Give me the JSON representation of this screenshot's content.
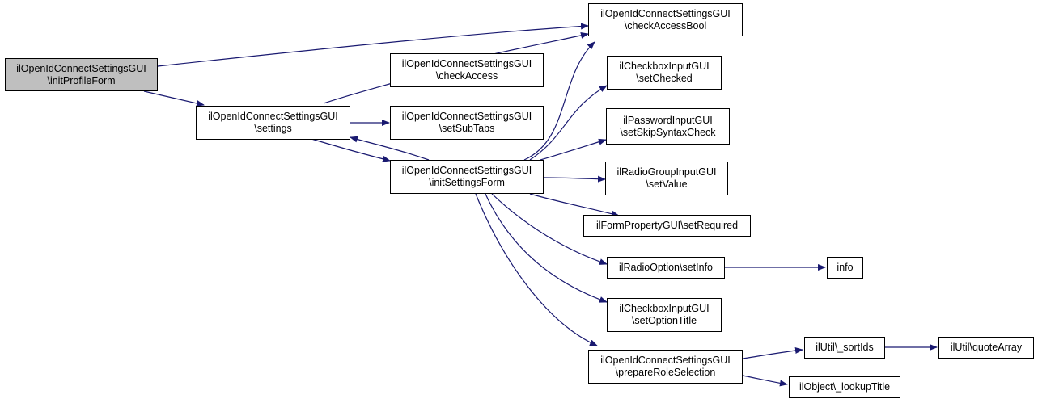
{
  "diagram": {
    "colors": {
      "edge": "#191970",
      "root_fill": "#bfbfbf",
      "node_fill": "#ffffff",
      "border": "#000000"
    },
    "nodes": {
      "init_profile_form": {
        "line1": "ilOpenIdConnectSettingsGUI",
        "line2": "\\initProfileForm"
      },
      "check_access_bool": {
        "line1": "ilOpenIdConnectSettingsGUI",
        "line2": "\\checkAccessBool"
      },
      "check_access": {
        "line1": "ilOpenIdConnectSettingsGUI",
        "line2": "\\checkAccess"
      },
      "settings": {
        "line1": "ilOpenIdConnectSettingsGUI",
        "line2": "\\settings"
      },
      "set_sub_tabs": {
        "line1": "ilOpenIdConnectSettingsGUI",
        "line2": "\\setSubTabs"
      },
      "init_settings_form": {
        "line1": "ilOpenIdConnectSettingsGUI",
        "line2": "\\initSettingsForm"
      },
      "checkbox_set_checked": {
        "line1": "ilCheckboxInputGUI",
        "line2": "\\setChecked"
      },
      "password_skip_syntax": {
        "line1": "ilPasswordInputGUI",
        "line2": "\\setSkipSyntaxCheck"
      },
      "radio_group_set_value": {
        "line1": "ilRadioGroupInputGUI",
        "line2": "\\setValue"
      },
      "form_property_set_required": {
        "line1": "ilFormPropertyGUI\\setRequired"
      },
      "radio_option_set_info": {
        "line1": "ilRadioOption\\setInfo"
      },
      "info": {
        "line1": "info"
      },
      "checkbox_set_option_title": {
        "line1": "ilCheckboxInputGUI",
        "line2": "\\setOptionTitle"
      },
      "prepare_role_selection": {
        "line1": "ilOpenIdConnectSettingsGUI",
        "line2": "\\prepareRoleSelection"
      },
      "util_sort_ids": {
        "line1": "ilUtil\\_sortIds"
      },
      "util_quote_array": {
        "line1": "ilUtil\\quoteArray"
      },
      "object_lookup_title": {
        "line1": "ilObject\\_lookupTitle"
      }
    }
  }
}
